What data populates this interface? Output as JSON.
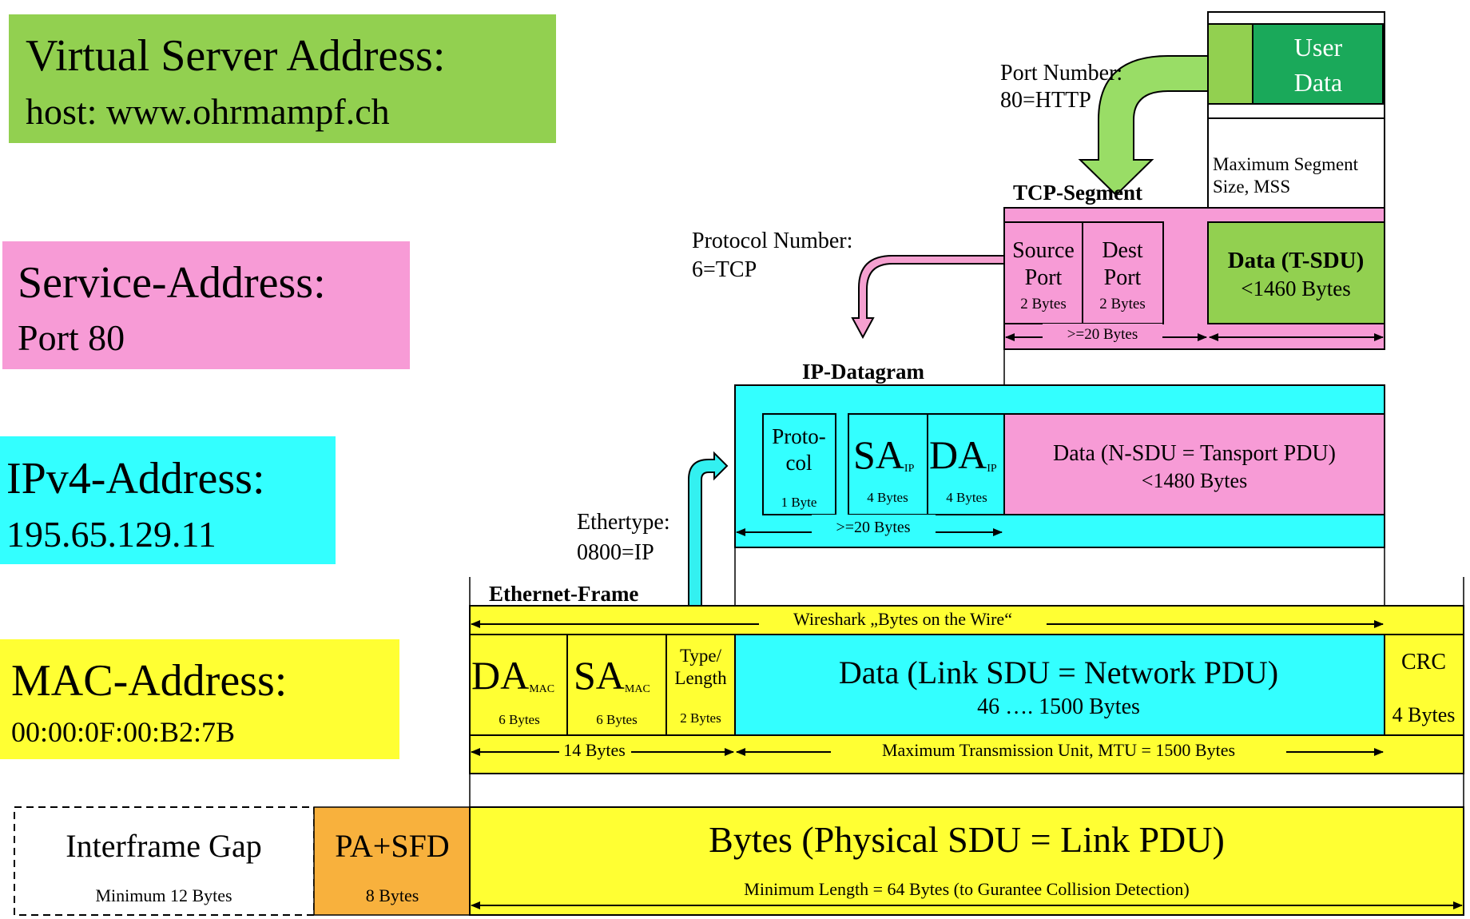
{
  "colors": {
    "green": "#92d050",
    "dark_green": "#1aa95a",
    "pink": "#f79bd6",
    "light_pink": "#ff99cc",
    "cyan": "#33ffff",
    "yellow": "#ffff33",
    "orange": "#f8b13d",
    "green_arrow": "#99dd66",
    "pink_arrow": "#f5a0d0",
    "cyan_arrow": "#33f0f0"
  },
  "address_labels": {
    "virtual_server": {
      "title": "Virtual Server Address:",
      "value": "host: www.ohrmampf.ch"
    },
    "service": {
      "title": "Service-Address:",
      "value": "Port 80"
    },
    "ipv4": {
      "title": "IPv4-Address:",
      "value": "195.65.129.11"
    },
    "mac": {
      "title": "MAC-Address:",
      "value": "00:00:0F:00:B2:7B"
    }
  },
  "user_data": {
    "line1": "User",
    "line2": "Data"
  },
  "port_number": {
    "line1": "Port Number:",
    "line2": "80=HTTP"
  },
  "mss": {
    "line1": "Maximum Segment",
    "line2": "Size, MSS"
  },
  "tcp": {
    "title": "TCP-Segment",
    "source_port": {
      "l1": "Source",
      "l2": "Port",
      "size": "2 Bytes"
    },
    "dest_port": {
      "l1": "Dest",
      "l2": "Port",
      "size": "2 Bytes"
    },
    "header_size": ">=20 Bytes",
    "data_title": "Data (T-SDU)",
    "data_size": "<1460 Bytes"
  },
  "protocol_number": {
    "line1": "Protocol Number:",
    "line2": "6=TCP"
  },
  "ip": {
    "title": "IP-Datagram",
    "protocol": {
      "l1": "Proto-",
      "l2": "col",
      "size": "1 Byte"
    },
    "sa": {
      "main": "SA",
      "sub": "IP",
      "size": "4 Bytes"
    },
    "da": {
      "main": "DA",
      "sub": "IP",
      "size": "4 Bytes"
    },
    "data_title": "Data (N-SDU = Tansport PDU)",
    "data_size": "<1480 Bytes",
    "header_size": ">=20 Bytes"
  },
  "ethertype": {
    "line1": "Ethertype:",
    "line2": "0800=IP"
  },
  "ethernet": {
    "title": "Ethernet-Frame",
    "wire_label": "Wireshark „Bytes on the Wire“",
    "da": {
      "main": "DA",
      "sub": "MAC",
      "size": "6 Bytes"
    },
    "sa": {
      "main": "SA",
      "sub": "MAC",
      "size": "6 Bytes"
    },
    "type": {
      "l1": "Type/",
      "l2": "Length",
      "size": "2 Bytes"
    },
    "data_title": "Data (Link SDU = Network PDU)",
    "data_size": "46 …. 1500 Bytes",
    "crc": {
      "label": "CRC",
      "size": "4 Bytes"
    },
    "header_size": "14 Bytes",
    "mtu": "Maximum Transmission Unit, MTU = 1500 Bytes"
  },
  "physical": {
    "gap_title": "Interframe Gap",
    "gap_size": "Minimum   12 Bytes",
    "pa_title": "PA+SFD",
    "pa_size": "8 Bytes",
    "bytes_title": "Bytes (Physical SDU = Link PDU)",
    "bytes_size": "Minimum Length = 64 Bytes (to Gurantee Collision Detection)"
  }
}
